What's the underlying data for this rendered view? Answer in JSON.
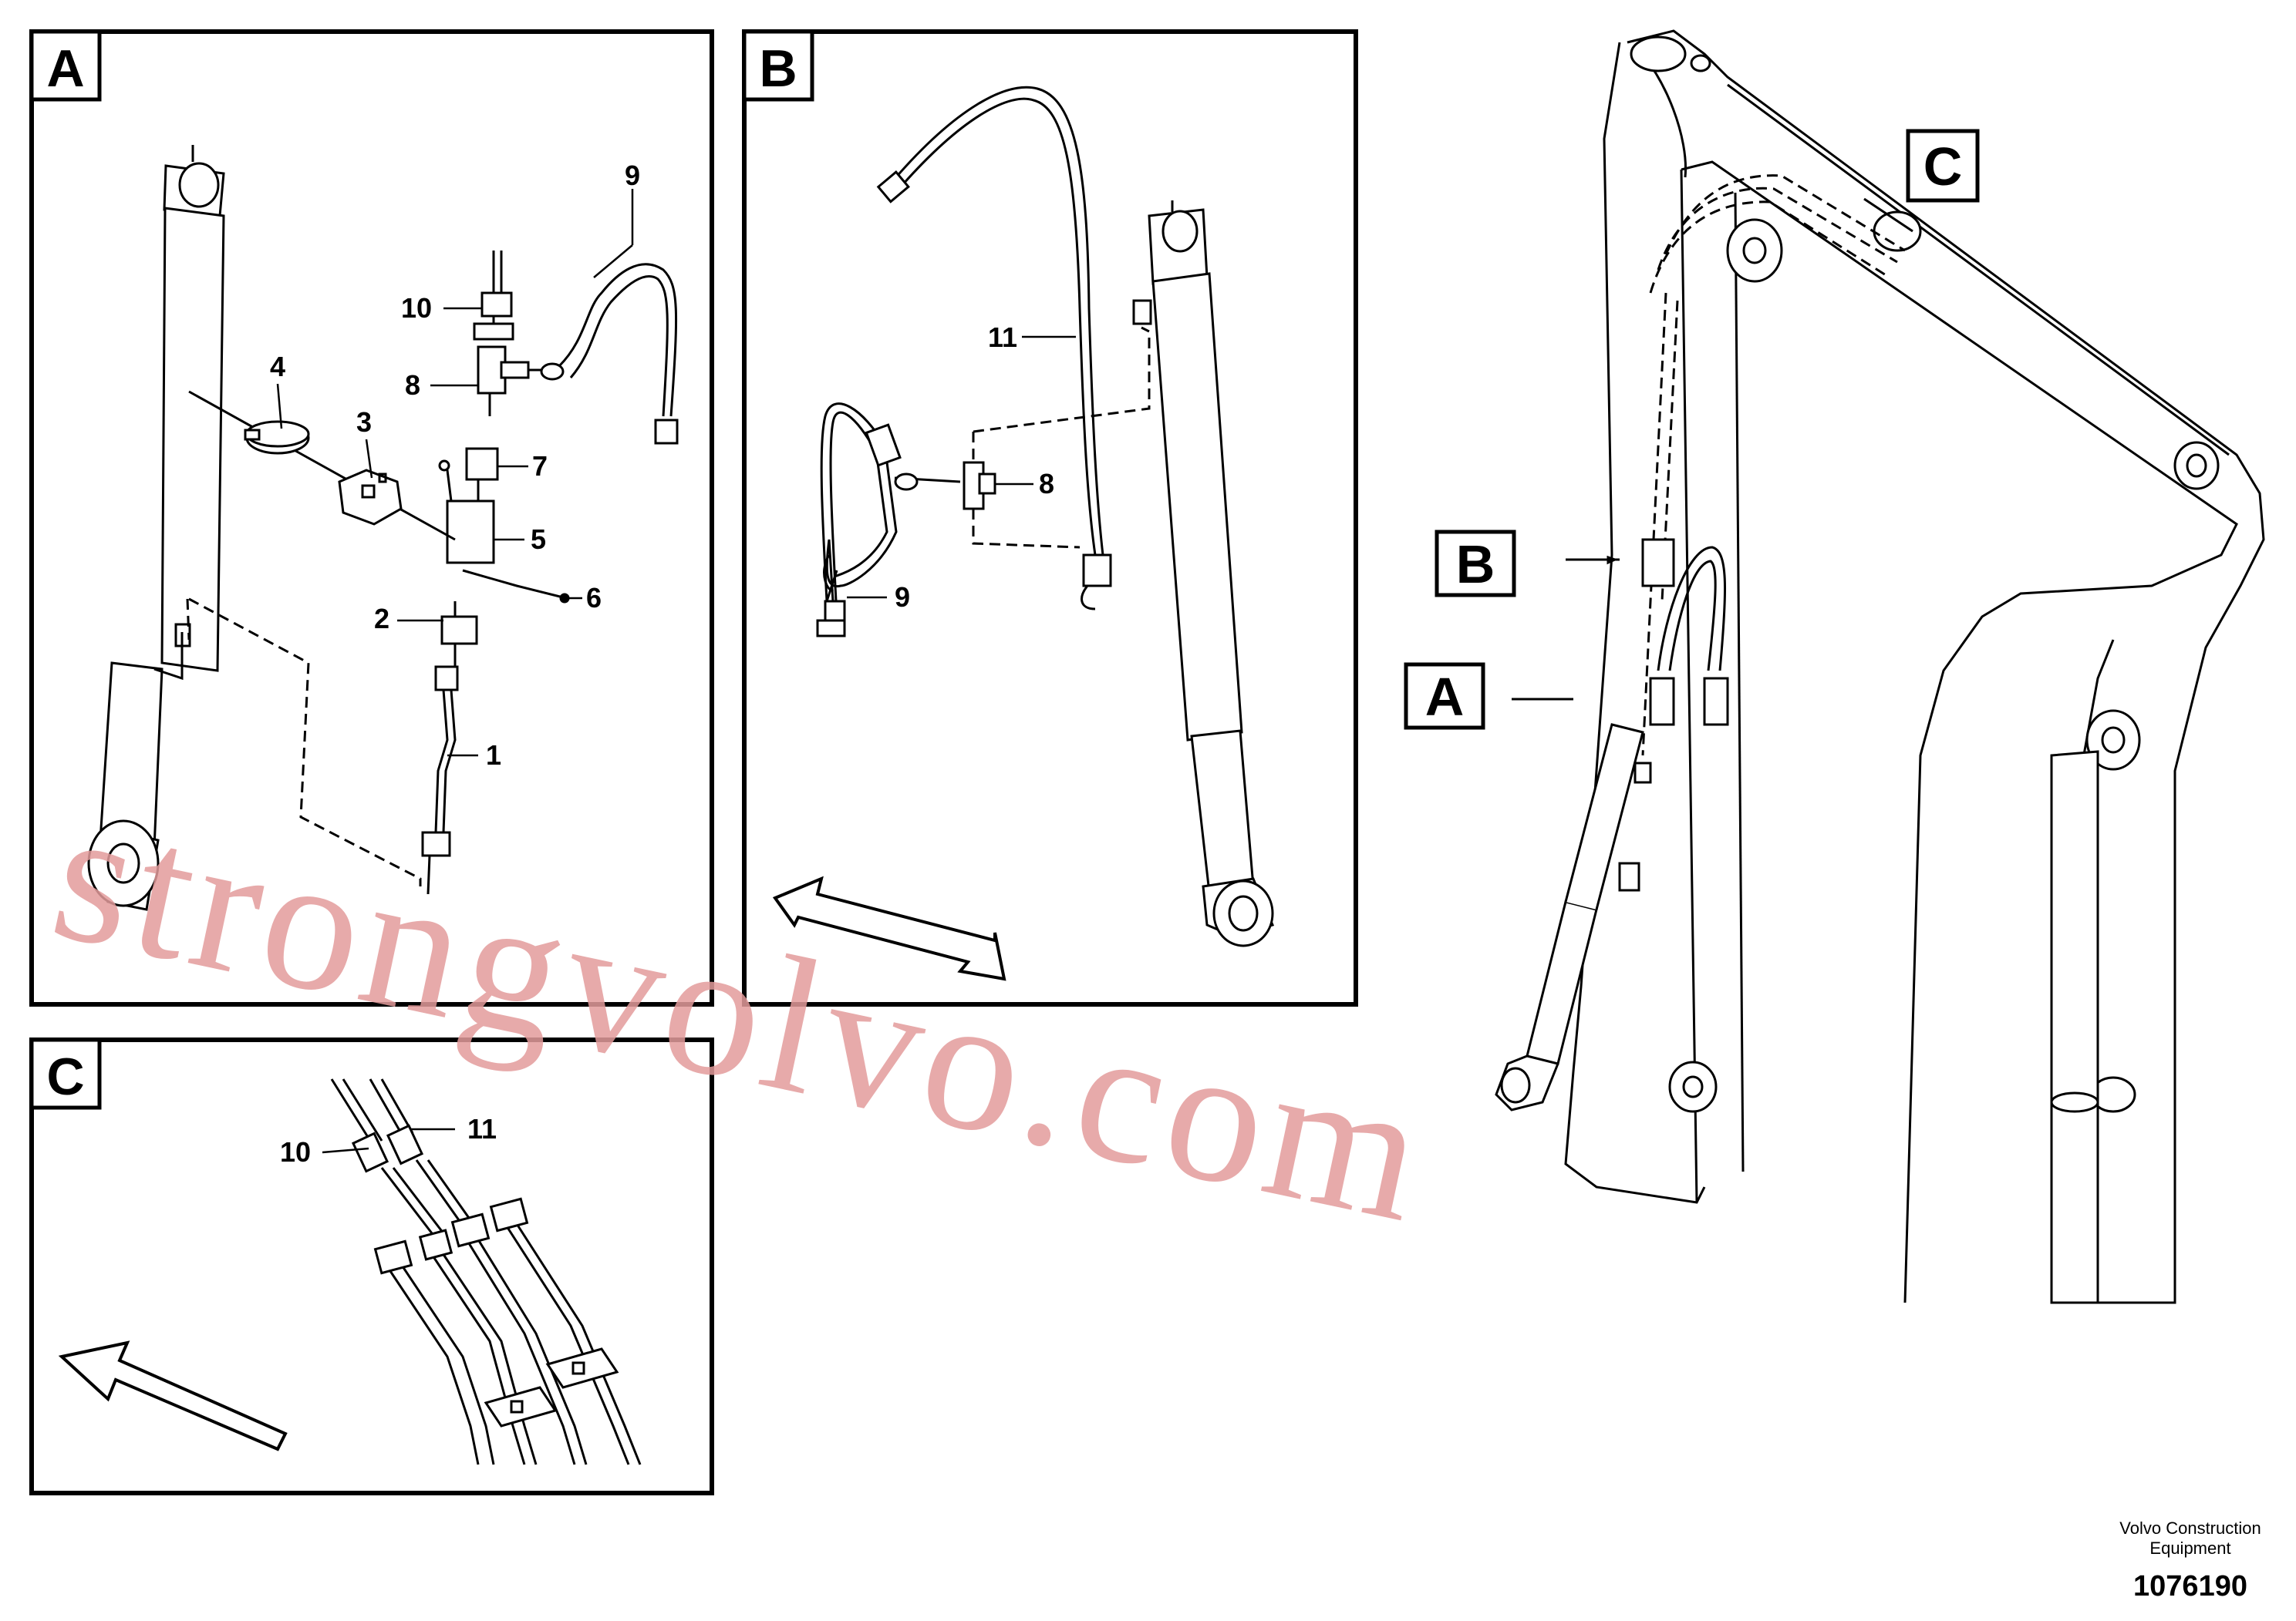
{
  "panels": {
    "a": {
      "letter": "A",
      "callouts": [
        "9",
        "10",
        "8",
        "4",
        "3",
        "7",
        "5",
        "6",
        "2",
        "1"
      ]
    },
    "b": {
      "letter": "B",
      "callouts": [
        "11",
        "8",
        "9"
      ]
    },
    "c": {
      "letter": "C",
      "callouts": [
        "10",
        "11"
      ]
    }
  },
  "overview": {
    "markers": [
      "C",
      "B",
      "A"
    ]
  },
  "watermark": "strongvolvo.com",
  "footer": {
    "company_line1": "Volvo Construction",
    "company_line2": "Equipment",
    "drawing_number": "1076190"
  }
}
